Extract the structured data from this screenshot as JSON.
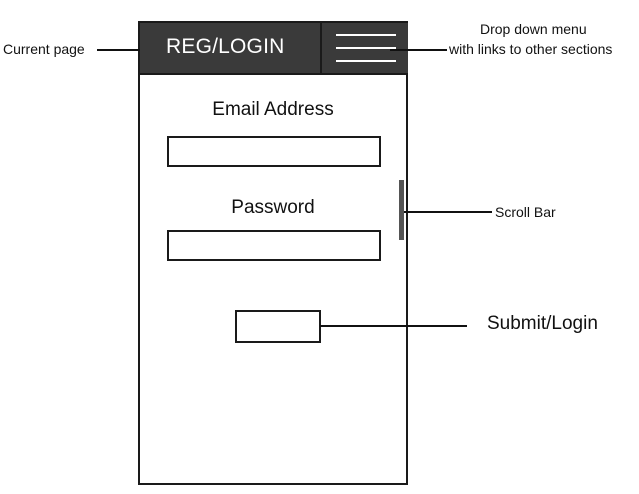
{
  "header": {
    "title": "REG/LOGIN"
  },
  "form": {
    "email_label": "Email Address",
    "password_label": "Password"
  },
  "annotations": {
    "current_page": "Current page",
    "dropdown_line1": "Drop down menu",
    "dropdown_line2": "with links to other sections",
    "scroll_bar": "Scroll Bar",
    "submit_login": "Submit/Login"
  },
  "colors": {
    "header_bg": "#3a3a3a",
    "outline": "#1a1a1a",
    "scrollbar": "#555555"
  },
  "icons": {
    "menu": "hamburger-menu-icon"
  }
}
